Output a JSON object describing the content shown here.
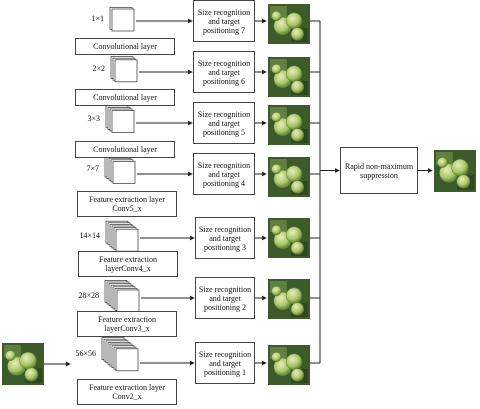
{
  "stages": [
    {
      "size": "1×1",
      "layer": "Convolutional layer",
      "positioning": "Size recognition and target positioning 7"
    },
    {
      "size": "2×2",
      "layer": "Convolutional layer",
      "positioning": "Size recognition and target positioning 6"
    },
    {
      "size": "3×3",
      "layer": "Convolutional layer",
      "positioning": "Size recognition and target positioning 5"
    },
    {
      "size": "7×7",
      "layer": "Feature extraction layer Conv5_x",
      "positioning": "Size recognition and target positioning 4"
    },
    {
      "size": "14×14",
      "layer": "Feature extraction layerConv4_x",
      "positioning": "Size recognition and target positioning 3"
    },
    {
      "size": "28×28",
      "layer": "Feature extraction layerConv3_x",
      "positioning": "Size recognition and target positioning 2"
    },
    {
      "size": "56×56",
      "layer": "Feature extraction layer Conv2_x",
      "positioning": "Size recognition and target positioning 1"
    }
  ],
  "nms_label": "Rapid non-maximum suppression",
  "colors": {
    "line": "#222222",
    "box_border": "#444444",
    "leaf_dark": "#3c5a2a",
    "leaf_light": "#6f8f4a",
    "apple": "#b9d27a"
  }
}
